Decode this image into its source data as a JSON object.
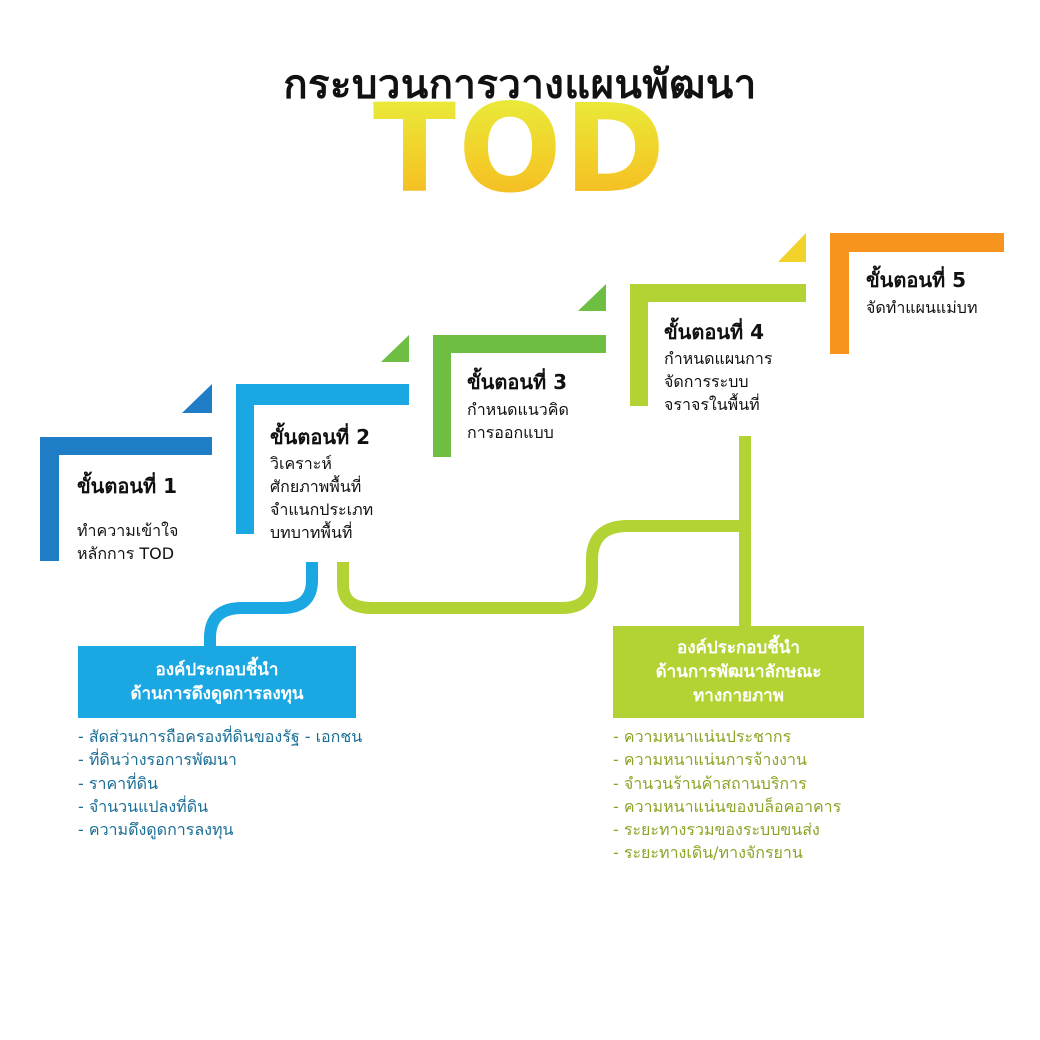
{
  "header": {
    "title": "กระบวนการวางแผนพัฒนา",
    "brand": "TOD"
  },
  "colors": {
    "step1": "#1e7dc5",
    "step2": "#1aa7e2",
    "step3": "#6fbe44",
    "step4": "#b3d335",
    "step5": "#f7941d",
    "accent_yellow": "#f2d12a",
    "investment": "#1aa7e2",
    "physical": "#b3d335",
    "investment_text": "#1a6e96",
    "physical_text": "#8aa526"
  },
  "steps": [
    {
      "title": "ขั้นตอนที่ 1",
      "lines": [
        "ทำความเข้าใจ",
        "หลักการ TOD"
      ]
    },
    {
      "title": "ขั้นตอนที่ 2",
      "lines": [
        "วิเคราะห์",
        "ศักยภาพพื้นที่",
        "จำแนกประเภท",
        "บทบาทพื้นที่"
      ]
    },
    {
      "title": "ขั้นตอนที่ 3",
      "lines": [
        "กำหนดแนวคิด",
        "การออกแบบ"
      ]
    },
    {
      "title": "ขั้นตอนที่ 4",
      "lines": [
        "กำหนดแผนการ",
        "จัดการระบบ",
        "จราจรในพื้นที่"
      ]
    },
    {
      "title": "ขั้นตอนที่ 5",
      "lines": [
        "จัดทำแผนแม่บท"
      ]
    }
  ],
  "investment": {
    "title": [
      "องค์ประกอบชี้นำ",
      "ด้านการดึงดูดการลงทุน"
    ],
    "items": [
      "- สัดส่วนการถือครองที่ดินของรัฐ - เอกชน",
      "- ที่ดินว่างรอการพัฒนา",
      "- ราคาที่ดิน",
      "- จำนวนแปลงที่ดิน",
      "- ความดึงดูดการลงทุน"
    ]
  },
  "physical": {
    "title": [
      "องค์ประกอบชี้นำ",
      "ด้านการพัฒนาลักษณะ",
      "ทางกายภาพ"
    ],
    "items": [
      "- ความหนาแน่นประชากร",
      "- ความหนาแน่นการจ้างงาน",
      "- จำนวนร้านค้าสถานบริการ",
      "- ความหนาแน่นของบล็อคอาคาร",
      "- ระยะทางรวมของระบบขนส่ง",
      "- ระยะทางเดิน/ทางจักรยาน"
    ]
  }
}
